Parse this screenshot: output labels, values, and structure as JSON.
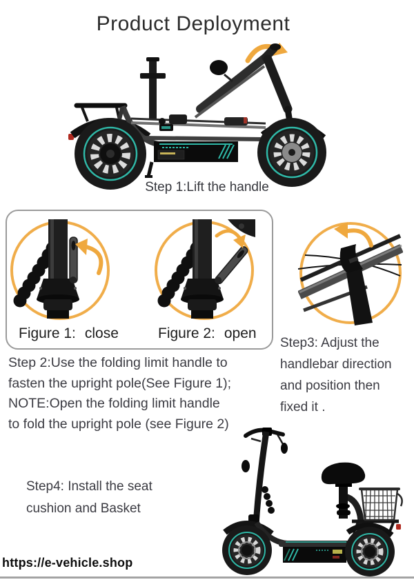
{
  "colors": {
    "accent_orange": "#EFA83E",
    "accent_teal": "#2FB9A8",
    "text_dark": "#3B3B42",
    "divider_gray": "#A3A3A3"
  },
  "header": {
    "title": "Product Deployment"
  },
  "steps": {
    "step1": {
      "caption": "Step 1:Lift the handle"
    },
    "step2": {
      "lines": [
        "Step 2:Use the folding limit handle to",
        "fasten the upright pole(See Figure 1);",
        "NOTE:Open the folding limit handle",
        "to fold the upright pole (see Figure 2)"
      ]
    },
    "step3": {
      "lines": [
        "Step3: Adjust the",
        "handlebar direction",
        "and position then",
        "fixed it ."
      ]
    },
    "step4": {
      "lines": [
        "Step4: Install the seat",
        "cushion and Basket"
      ]
    }
  },
  "figures": {
    "figure1": {
      "label": "Figure 1:",
      "state": "close"
    },
    "figure2": {
      "label": "Figure 2:",
      "state": "open"
    }
  },
  "illustrations": {
    "top": "folded-scooter-side-view",
    "figure1": "folding-limit-handle-closed",
    "figure2": "folding-limit-handle-open",
    "step3": "handlebar-adjustment-closeup",
    "bottom": "assembled-scooter-with-seat-and-basket"
  },
  "footer": {
    "url": "https://e-vehicle.shop"
  }
}
